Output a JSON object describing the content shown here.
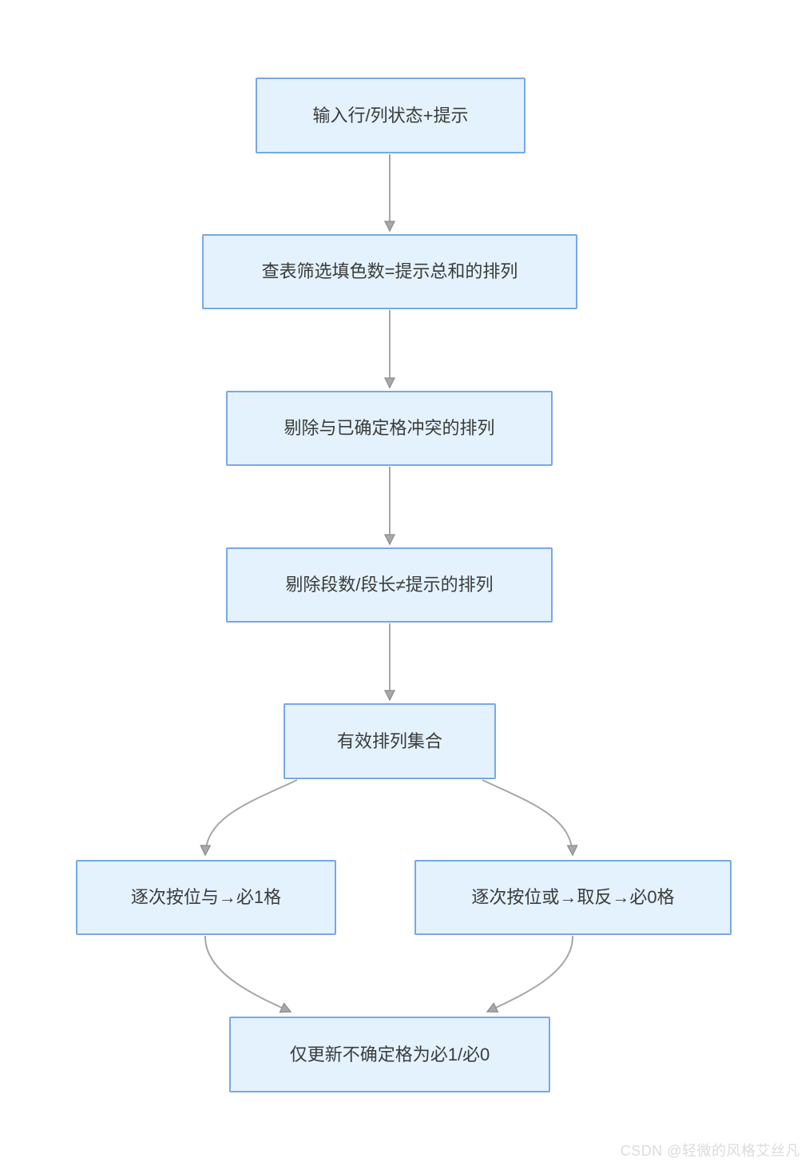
{
  "colors": {
    "node-fill": "#e3f2fd",
    "node-border": "#79a7e8",
    "connector": "#a6a6a6",
    "arrowhead": "#a8a8a8",
    "arrowhead-stroke": "#8e8e8e",
    "text": "#3b3b3b",
    "watermark": "#dcdcdc",
    "canvas-bg": "#ffffff"
  },
  "diagram": {
    "type": "flowchart",
    "nodes": [
      {
        "id": "input",
        "label": "输入行/列状态+提示"
      },
      {
        "id": "lookup-filter",
        "label": "查表筛选填色数=提示总和的排列"
      },
      {
        "id": "remove-conflict",
        "label": "剔除与已确定格冲突的排列"
      },
      {
        "id": "remove-mismatch",
        "label": "剔除段数/段长≠提示的排列"
      },
      {
        "id": "valid-set",
        "label": "有效排列集合"
      },
      {
        "id": "bitwise-and",
        "label": "逐次按位与→必1格"
      },
      {
        "id": "bitwise-or",
        "label": "逐次按位或→取反→必0格"
      },
      {
        "id": "update-cells",
        "label": "仅更新不确定格为必1/必0"
      }
    ],
    "edges": [
      {
        "from": "input",
        "to": "lookup-filter"
      },
      {
        "from": "lookup-filter",
        "to": "remove-conflict"
      },
      {
        "from": "remove-conflict",
        "to": "remove-mismatch"
      },
      {
        "from": "remove-mismatch",
        "to": "valid-set"
      },
      {
        "from": "valid-set",
        "to": "bitwise-and"
      },
      {
        "from": "valid-set",
        "to": "bitwise-or"
      },
      {
        "from": "bitwise-and",
        "to": "update-cells"
      },
      {
        "from": "bitwise-or",
        "to": "update-cells"
      }
    ]
  },
  "watermark": {
    "text": "CSDN @轻微的风格艾丝凡"
  }
}
